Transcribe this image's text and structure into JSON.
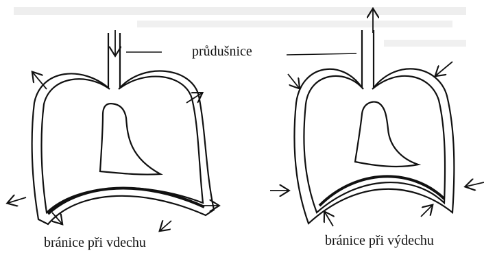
{
  "labels": {
    "center": "průdušnice",
    "left_caption": "bránice při vdechu",
    "right_caption": "bránice při výdechu"
  },
  "colors": {
    "ink": "#111111",
    "paper": "#ffffff"
  }
}
